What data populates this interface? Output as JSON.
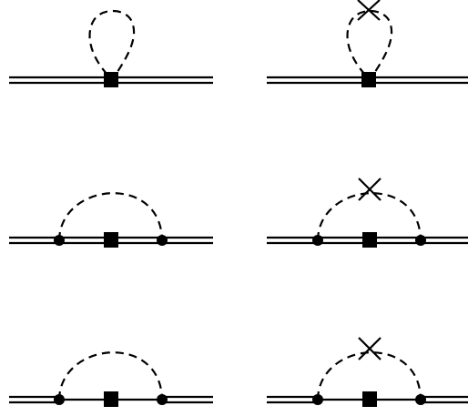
{
  "diagrams": [
    {
      "id": "tadpole",
      "loop": "closed",
      "insertion": "none",
      "central_line": "double"
    },
    {
      "id": "tadpole-crossed",
      "loop": "closed",
      "insertion": "cross",
      "central_line": "double"
    },
    {
      "id": "sunset-double",
      "loop": "arc",
      "insertion": "none",
      "central_line": "double"
    },
    {
      "id": "sunset-double-crossed",
      "loop": "arc",
      "insertion": "cross",
      "central_line": "double"
    },
    {
      "id": "sunset-single",
      "loop": "arc",
      "insertion": "none",
      "central_line": "single"
    },
    {
      "id": "sunset-single-crossed",
      "loop": "arc",
      "insertion": "cross",
      "central_line": "single"
    }
  ],
  "colors": {
    "ink": "#000000",
    "background": "#ffffff"
  }
}
